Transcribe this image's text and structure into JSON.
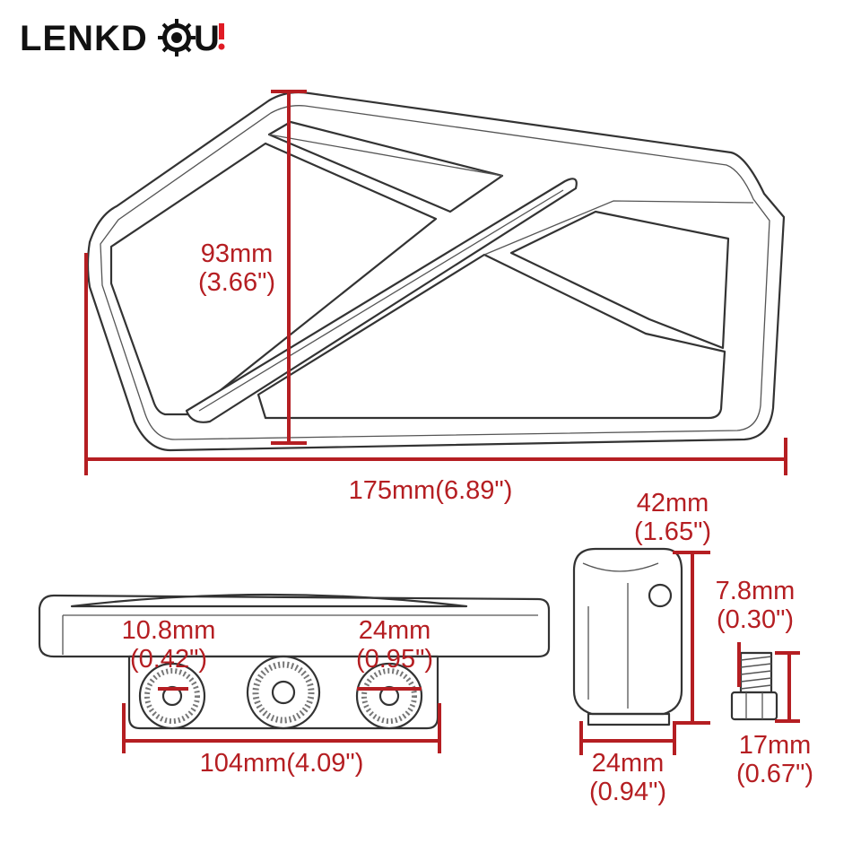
{
  "brand": {
    "name": "LENKDOU",
    "logo_text_left": "LENKD",
    "logo_text_right": "U"
  },
  "colors": {
    "dimension": "#b51e22",
    "outline": "#333333",
    "logo": "#111111"
  },
  "dimensions": {
    "plate_height": {
      "mm": "93mm",
      "in": "(3.66\")"
    },
    "plate_width": {
      "text": "175mm(6.89\")"
    },
    "bolt_hole": {
      "mm": "10.8mm",
      "in": "(0.42\")"
    },
    "washer_dia": {
      "mm": "24mm",
      "in": "(0.95\")"
    },
    "mount_width": {
      "text": "104mm(4.09\")"
    },
    "block_height": {
      "mm": "42mm",
      "in": "(1.65\")"
    },
    "block_width": {
      "mm": "24mm",
      "in": "(0.94\")"
    },
    "bolt_dia": {
      "mm": "7.8mm",
      "in": "(0.30\")"
    },
    "bolt_length": {
      "mm": "17mm",
      "in": "(0.67\")"
    }
  }
}
